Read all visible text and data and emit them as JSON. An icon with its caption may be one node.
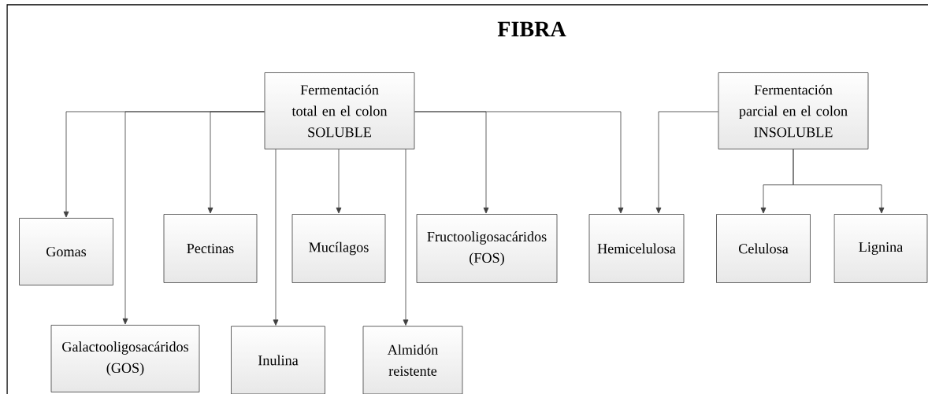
{
  "diagram": {
    "title": "FIBRA",
    "nodes": [
      {
        "text": [
          "Fermentación total en el colon",
          "SOLUBLE"
        ]
      },
      {
        "text": [
          "Fermentación parcial en el colon",
          "INSOLUBLE"
        ]
      },
      {
        "text": [
          "Gomas"
        ]
      },
      {
        "text": [
          "Galactooligosacáridos (GOS)"
        ]
      },
      {
        "text": [
          "Pectinas"
        ]
      },
      {
        "text": [
          "Inulina"
        ]
      },
      {
        "text": [
          "Mucílagos"
        ]
      },
      {
        "text": [
          "Almidón reistente"
        ]
      },
      {
        "text": [
          "Fructooligosacáridos (FOS)"
        ]
      },
      {
        "text": [
          "Hemicelulosa"
        ]
      },
      {
        "text": [
          "Celulosa"
        ]
      },
      {
        "text": [
          "Lignina"
        ]
      }
    ],
    "edges": [
      {
        "from": 0,
        "to": 2,
        "arrow": "to"
      },
      {
        "from": 0,
        "to": 3,
        "arrow": "to"
      },
      {
        "from": 0,
        "to": 4,
        "arrow": "to"
      },
      {
        "from": 0,
        "to": 5,
        "arrow": "to"
      },
      {
        "from": 0,
        "to": 6,
        "arrow": "to"
      },
      {
        "from": 0,
        "to": 7,
        "arrow": "to"
      },
      {
        "from": 0,
        "to": 8,
        "arrow": "to"
      },
      {
        "from": 0,
        "to": 9,
        "arrow": "to"
      },
      {
        "from": 1,
        "to": 9,
        "arrow": "to"
      },
      {
        "from": 1,
        "to": 10,
        "arrow": "to"
      },
      {
        "from": 1,
        "to": 11,
        "arrow": "to"
      }
    ]
  }
}
